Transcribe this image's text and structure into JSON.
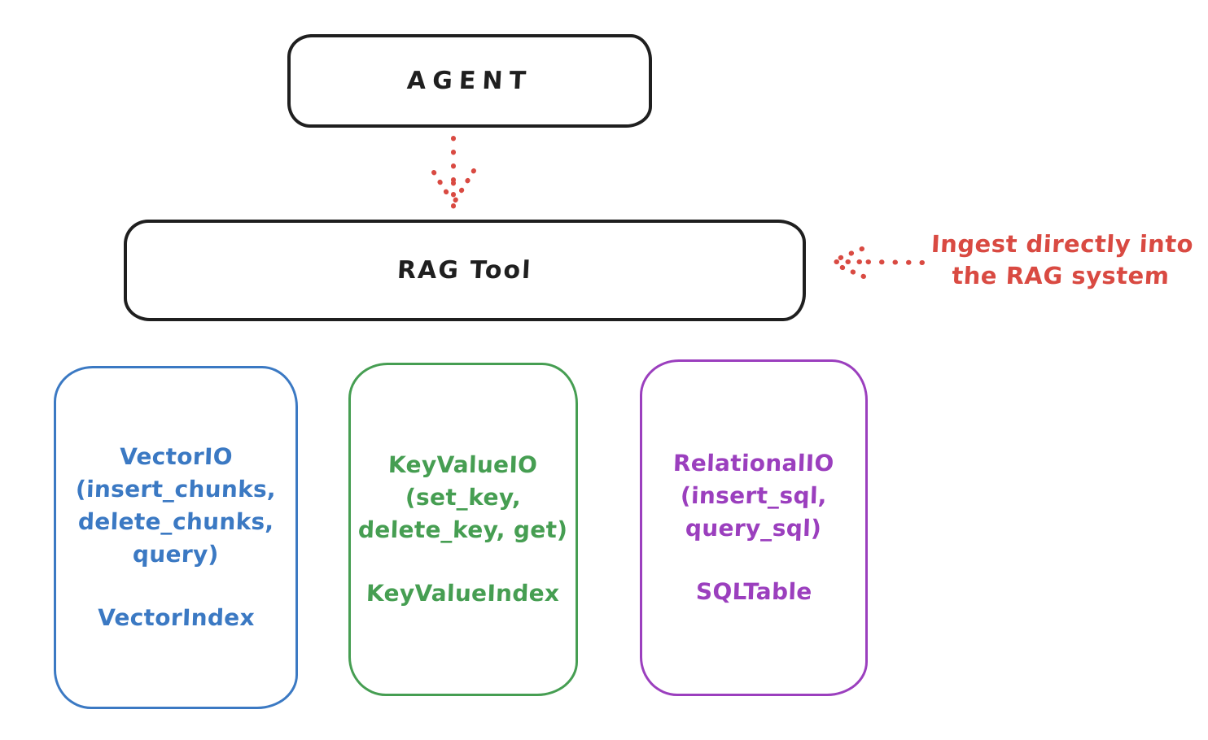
{
  "agent_box": {
    "label": "AGENT"
  },
  "rag_tool_box": {
    "label": "RAG Tool"
  },
  "annotation": {
    "line1": "Ingest directly into",
    "line2": "the RAG system"
  },
  "vector_box": {
    "title": "VectorIO",
    "methods_line1": "(insert_chunks,",
    "methods_line2": "delete_chunks,",
    "methods_line3": "query)",
    "index": "VectorIndex"
  },
  "keyvalue_box": {
    "title": "KeyValueIO",
    "methods_line1": "(set_key,",
    "methods_line2": "delete_key, get)",
    "index": "KeyValueIndex"
  },
  "relational_box": {
    "title": "RelationalIO",
    "methods_line1": "(insert_sql,",
    "methods_line2": "query_sql)",
    "index": "SQLTable"
  },
  "colors": {
    "ink": "#1f1f1f",
    "red": "#d94a42",
    "blue": "#3b79c3",
    "green": "#469e52",
    "purple": "#9b3fbe",
    "background": "#ffffff"
  }
}
